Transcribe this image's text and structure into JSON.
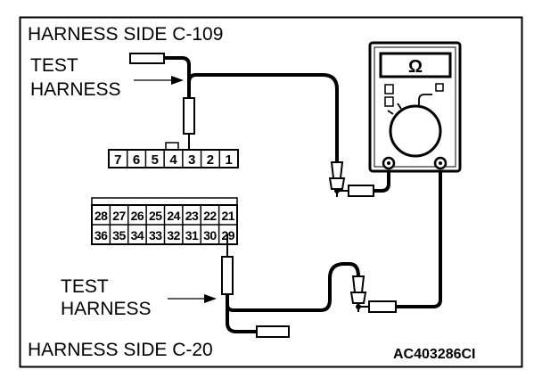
{
  "diagram": {
    "title_top": "HARNESS SIDE C-109",
    "title_bottom": "HARNESS SIDE C-20",
    "figure_code": "AC403286CI",
    "test_harness_top": {
      "line1": "TEST",
      "line2": "HARNESS"
    },
    "test_harness_bottom": {
      "line1": "TEST",
      "line2": "HARNESS"
    },
    "meter_symbol": "Ω",
    "connector_c109": {
      "pins": [
        "7",
        "6",
        "5",
        "4",
        "3",
        "2",
        "1"
      ],
      "probed_pin": "3"
    },
    "connector_c20": {
      "row_top": [
        "28",
        "27",
        "26",
        "25",
        "24",
        "23",
        "22",
        "21"
      ],
      "row_bottom": [
        "36",
        "35",
        "34",
        "33",
        "32",
        "31",
        "30",
        "29"
      ],
      "probed_pin": "29"
    }
  }
}
